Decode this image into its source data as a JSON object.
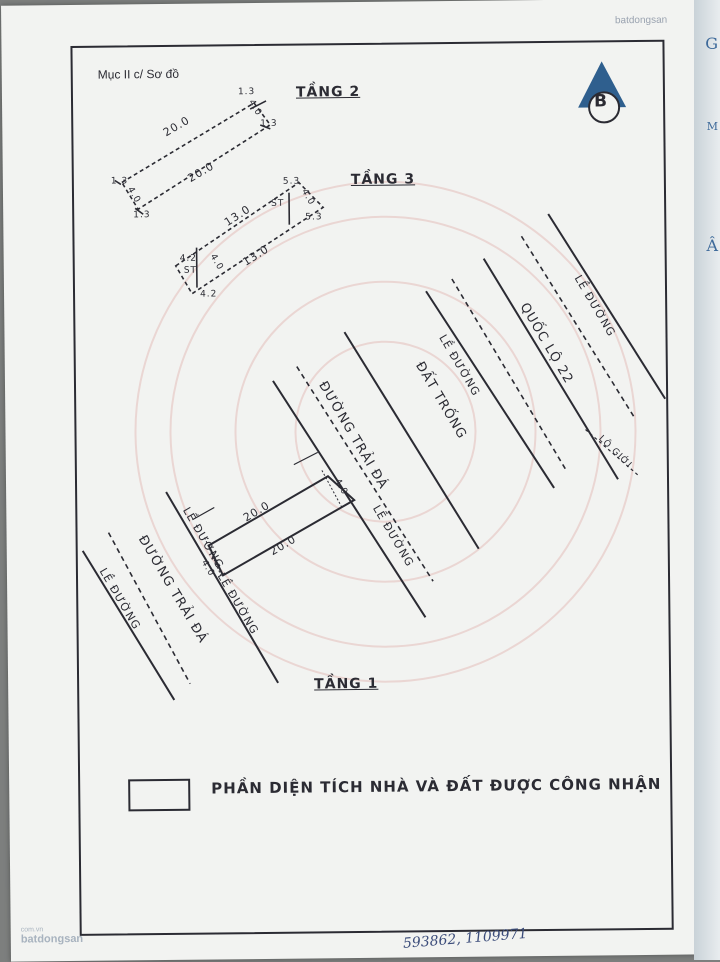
{
  "document": {
    "section_label": "Mục II c/ Sơ đồ",
    "north_marker": "B",
    "legend_text": "PHẦN DIỆN TÍCH NHÀ VÀ ĐẤT ĐƯỢC CÔNG NHẬN",
    "serial_note": "593862, 1109971"
  },
  "floors": {
    "floor2": "TẦNG 2",
    "floor3": "TẦNG 3",
    "floor1": "TẦNG 1"
  },
  "streets": {
    "quoc_lo": "QUỐC LỘ 22",
    "dat_trong": "ĐẤT TRỐNG",
    "trai_da_upper": "ĐƯỜNG TRẢI ĐÁ",
    "trai_da_lower": "ĐƯỜNG TRẢI ĐÁ",
    "le_duong_1": "LỀ ĐƯỜNG",
    "le_duong_2": "LỀ ĐƯỜNG",
    "le_duong_3": "LỀ ĐƯỜNG",
    "le_duong_4": "LỀ ĐƯỜNG",
    "le_duong_5": "LỀ ĐƯỜNG",
    "le_duong_6": "LỀ ĐƯỜNG",
    "lo_gioi": "LỘ GIỚI"
  },
  "dimensions": {
    "f2_top": "20.0",
    "f2_bottom": "20.0",
    "f2_right_a": "1.3",
    "f2_right_b": "1.3",
    "f2_right_w": "4.0",
    "f2_left_a": "1.3",
    "f2_left_b": "1.3",
    "f2_left_w": "4.0",
    "f3_top": "13.0",
    "f3_bottom": "13.0",
    "f3_right_a": "5.3",
    "f3_right_b": "5.3",
    "f3_right_w": "4.0",
    "f3_left_a": "4.2",
    "f3_left_b": "4.2",
    "f3_left_w": "4.0",
    "f3_st_right": "ST",
    "f3_st_left": "ST",
    "f1_top": "20.0",
    "f1_bottom": "20.0",
    "f1_right_w": "4.0",
    "f1_left_w": "4.0"
  },
  "watermarks": {
    "top": "batdongsan",
    "bottom": "batdongsan",
    "bottom_sub": "com.vn"
  },
  "colors": {
    "ink": "#2b2b33",
    "north_fill": "#2f5f8e",
    "seal": "#e9c9c6"
  }
}
